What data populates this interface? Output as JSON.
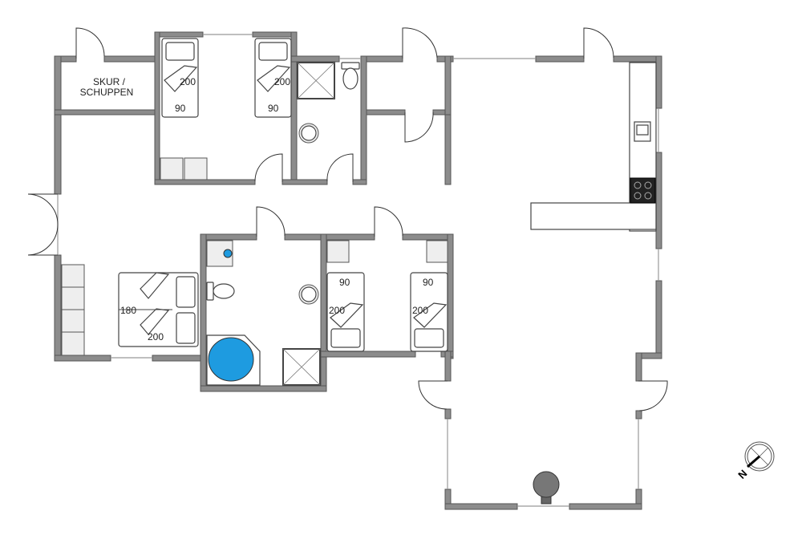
{
  "plan": {
    "rooms": {
      "shed_label_line1": "SKUR /",
      "shed_label_line2": "SCHUPPEN"
    },
    "beds": [
      {
        "length": "200",
        "width": "90"
      },
      {
        "length": "200",
        "width": "90"
      },
      {
        "length": "200",
        "width": "180"
      },
      {
        "length": "200",
        "width": "90"
      },
      {
        "length": "200",
        "width": "90"
      }
    ],
    "compass": {
      "label": "N"
    },
    "colors": {
      "wall": "#8c8c8c",
      "bathtub": "#1e9be0"
    }
  }
}
